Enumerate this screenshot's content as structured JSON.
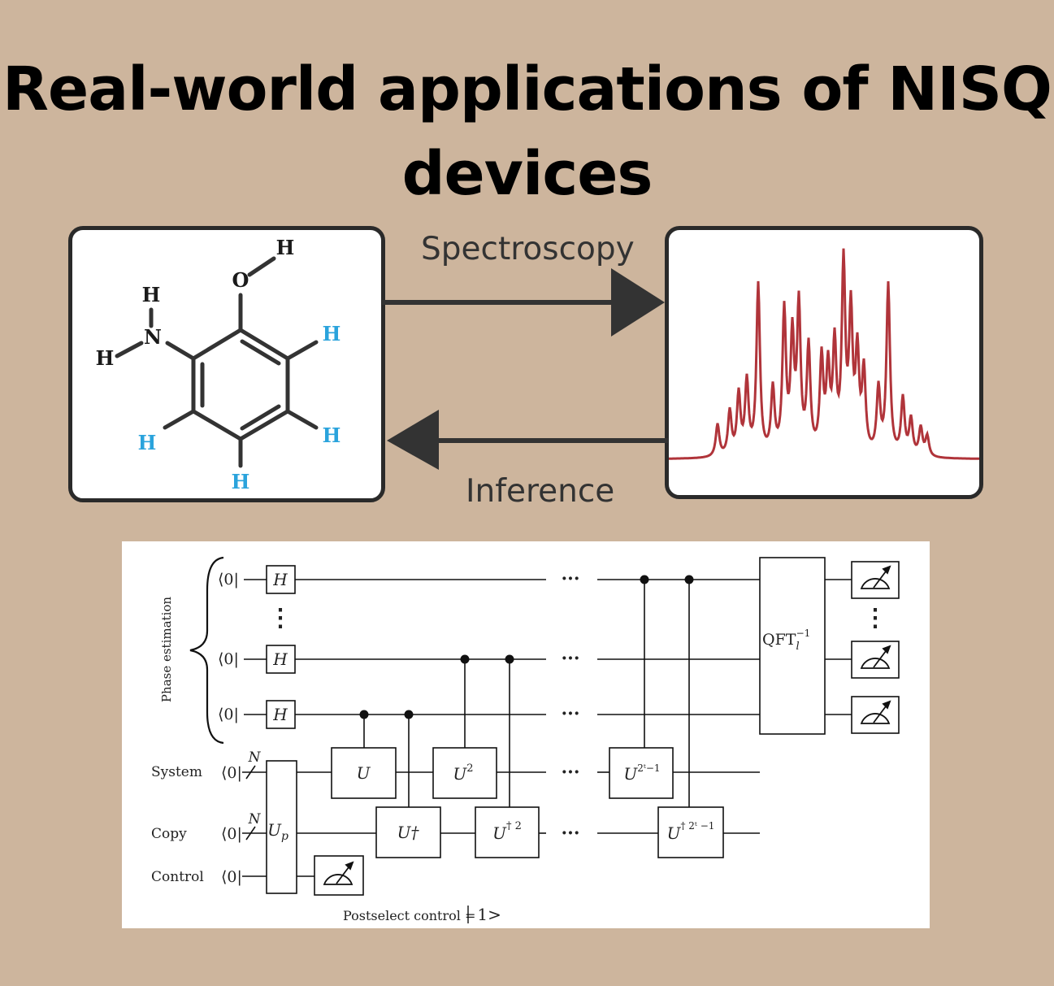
{
  "title": {
    "line1": "Real-world applications of NISQ",
    "line2": "devices"
  },
  "flow": {
    "forward_label": "Spectroscopy",
    "backward_label": "Inference"
  },
  "molecule": {
    "atoms": [
      "H",
      "O",
      "H",
      "N",
      "H",
      "H",
      "H",
      "H",
      "H"
    ],
    "colors": {
      "bond": "#333333",
      "heteroatom": "#1a1a1a",
      "ring_hydrogen": "#2aa3dc"
    }
  },
  "spectrum": {
    "line_color": "#b0343a"
  },
  "circuit": {
    "brace_label": "Phase estimation",
    "register_labels": {
      "system": "System",
      "copy": "Copy",
      "control": "Control"
    },
    "ket": "⟨0|",
    "hadamard": "H",
    "wire_count": "N",
    "up_gate": "U",
    "up_sub": "p",
    "u_gate": "U",
    "u_dagger": "U†",
    "u2_base": "U",
    "u2_exp": "2",
    "u_dagger2_base": "U",
    "u_dagger2_exp": "† 2",
    "u_big_base": "U",
    "u_big_exp": "2ᵗ−1",
    "u_dagger_big_base": "U",
    "u_dagger_big_exp": "† 2ᵗ −1",
    "qft": "QFT",
    "qft_sub": "l",
    "qft_sup": "−1",
    "ellipsis": "···",
    "vdots": "⋮",
    "postselect": "Postselect control =",
    "postselect_value": "1>"
  }
}
